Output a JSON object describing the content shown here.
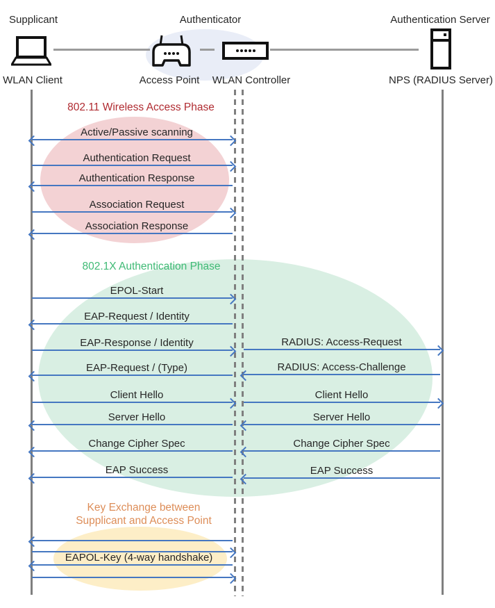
{
  "header": {
    "supplicant": "Supplicant",
    "authenticator": "Authenticator",
    "authentication_server": "Authentication Server"
  },
  "nodes": {
    "wlan_client": "WLAN Client",
    "access_point": "Access Point",
    "wlan_controller": "WLAN Controller",
    "nps_server": "NPS (RADIUS Server)"
  },
  "phases": {
    "phase1": {
      "title": "802.11 Wireless Access Phase",
      "color": "#b02b31",
      "ellipse_color": "#f3d2d4"
    },
    "phase2": {
      "title": "802.1X Authentication Phase",
      "color": "#3fba75",
      "ellipse_color": "#d9efe3"
    },
    "phase3": {
      "title_line1": "Key Exchange between",
      "title_line2": "Supplicant and Access Point",
      "color": "#dd8d58",
      "ellipse_color": "#fdeec7"
    }
  },
  "colors": {
    "arrow_blue": "#4577c1",
    "lifeline_gray": "#7f7f7f",
    "authenticator_ellipse": "#e9edf7"
  },
  "messages": [
    {
      "label": "Active/Passive scanning",
      "from": "WLAN Client",
      "to": "WLAN Controller",
      "direction": "both"
    },
    {
      "label": "Authentication Request",
      "from": "WLAN Client",
      "to": "WLAN Controller",
      "direction": "right"
    },
    {
      "label": "Authentication Response",
      "from": "WLAN Controller",
      "to": "WLAN Client",
      "direction": "left"
    },
    {
      "label": "Association Request",
      "from": "WLAN Client",
      "to": "WLAN Controller",
      "direction": "right"
    },
    {
      "label": "Association Response",
      "from": "WLAN Controller",
      "to": "WLAN Client",
      "direction": "left"
    },
    {
      "label": "EPOL-Start",
      "from": "WLAN Client",
      "to": "WLAN Controller",
      "direction": "right"
    },
    {
      "label": "EAP-Request / Identity",
      "from": "WLAN Controller",
      "to": "WLAN Client",
      "direction": "left"
    },
    {
      "label": "EAP-Response / Identity",
      "from": "WLAN Client",
      "to": "WLAN Controller",
      "direction": "right"
    },
    {
      "label": "RADIUS: Access-Request",
      "from": "WLAN Controller",
      "to": "NPS (RADIUS Server)",
      "direction": "right"
    },
    {
      "label": "EAP-Request / (Type)",
      "from": "WLAN Controller",
      "to": "WLAN Client",
      "direction": "left"
    },
    {
      "label": "RADIUS: Access-Challenge",
      "from": "NPS (RADIUS Server)",
      "to": "WLAN Controller",
      "direction": "left"
    },
    {
      "label": "Client Hello",
      "from": "WLAN Client",
      "to": "WLAN Controller",
      "direction": "right"
    },
    {
      "label": "Client Hello",
      "from": "WLAN Controller",
      "to": "NPS (RADIUS Server)",
      "direction": "right"
    },
    {
      "label": "Server Hello",
      "from": "WLAN Controller",
      "to": "WLAN Client",
      "direction": "left"
    },
    {
      "label": "Server Hello",
      "from": "NPS (RADIUS Server)",
      "to": "WLAN Controller",
      "direction": "left"
    },
    {
      "label": "Change Cipher Spec",
      "from": "WLAN Controller",
      "to": "WLAN Client",
      "direction": "left"
    },
    {
      "label": "Change Cipher Spec",
      "from": "NPS (RADIUS Server)",
      "to": "WLAN Controller",
      "direction": "left"
    },
    {
      "label": "EAP Success",
      "from": "WLAN Controller",
      "to": "WLAN Client",
      "direction": "left"
    },
    {
      "label": "EAP Success",
      "from": "NPS (RADIUS Server)",
      "to": "WLAN Controller",
      "direction": "left"
    },
    {
      "label": "",
      "from": "WLAN Controller",
      "to": "WLAN Client",
      "direction": "left"
    },
    {
      "label": "",
      "from": "WLAN Client",
      "to": "WLAN Controller",
      "direction": "right"
    },
    {
      "label": "EAPOL-Key (4-way handshake)",
      "from": "WLAN Controller",
      "to": "WLAN Client",
      "direction": "left"
    },
    {
      "label": "",
      "from": "WLAN Client",
      "to": "WLAN Controller",
      "direction": "right"
    }
  ]
}
